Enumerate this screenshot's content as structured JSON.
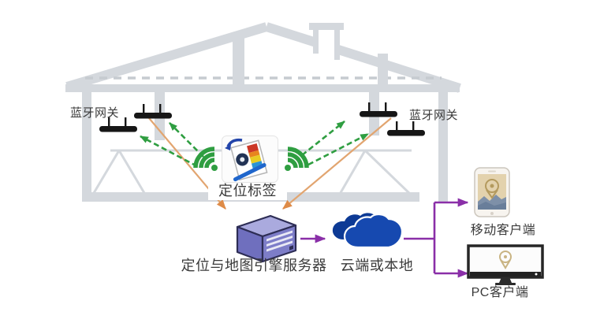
{
  "diagram": {
    "type": "architecture",
    "description": "Bluetooth indoor positioning system diagram inside a house outline",
    "nodes": {
      "gateway_left": {
        "label": "蓝牙网关",
        "icon": "bluetooth-gateway-router-icon",
        "device_count": 2
      },
      "gateway_right": {
        "label": "蓝牙网关",
        "icon": "bluetooth-gateway-router-icon",
        "device_count": 2
      },
      "tag": {
        "label": "定位标签",
        "icon": "positioning-tag-card-icon"
      },
      "server": {
        "label": "定位与地图引擎服务器",
        "icon": "server-box-icon"
      },
      "cloud": {
        "label": "云端或本地",
        "icon": "cloud-icon"
      },
      "mobile_client": {
        "label": "移动客户端",
        "icon": "smartphone-map-pin-icon"
      },
      "pc_client": {
        "label": "PC客户端",
        "icon": "monitor-map-pin-icon"
      }
    },
    "connections": [
      {
        "from": "tag",
        "to": "gateway_left_upper",
        "style": "green-dashed-arrow"
      },
      {
        "from": "tag",
        "to": "gateway_left_lower",
        "style": "green-dashed-arrow"
      },
      {
        "from": "tag",
        "to": "gateway_right_upper",
        "style": "green-dashed-arrow"
      },
      {
        "from": "tag",
        "to": "gateway_right_lower",
        "style": "green-dashed-arrow"
      },
      {
        "from": "gateway_left",
        "to": "server",
        "style": "orange-arrow"
      },
      {
        "from": "gateway_right",
        "to": "server",
        "style": "orange-arrow"
      },
      {
        "from": "server",
        "to": "cloud",
        "style": "purple-arrow"
      },
      {
        "from": "cloud",
        "to": "mobile_client",
        "style": "purple-arrow"
      },
      {
        "from": "cloud",
        "to": "pc_client",
        "style": "purple-arrow"
      }
    ],
    "colors": {
      "signal_green": "#2f9e41",
      "uplink_orange": "#e2a570",
      "uplink_orange_head": "#de8b48",
      "link_purple": "#8a2fa8",
      "cloud_blue_front": "#1649b0",
      "cloud_blue_back": "#0d3a95",
      "server_body": "#6f6fbe",
      "house_gray": "#d4d8dd",
      "gateway_black": "#161616",
      "label_text": "#3a3a3a"
    }
  }
}
